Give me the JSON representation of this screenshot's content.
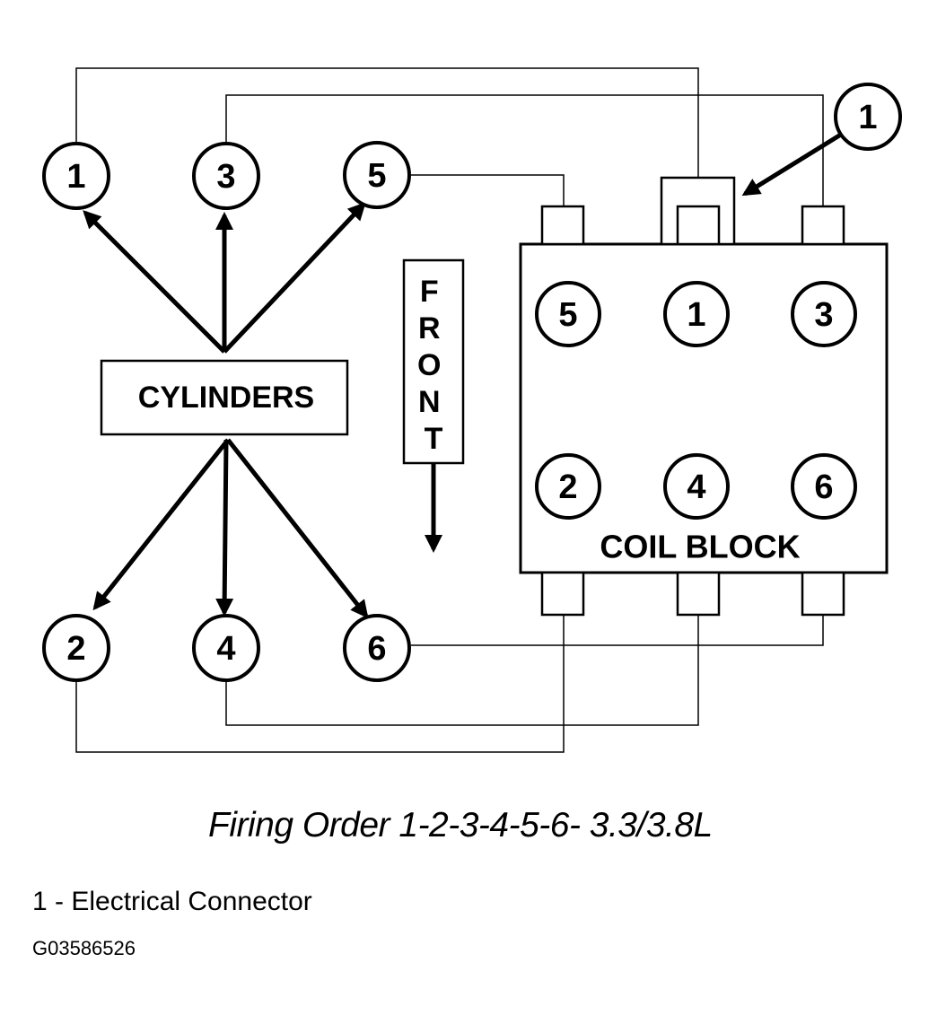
{
  "cylinders_label": "CYLINDERS",
  "front_label": "FRONT",
  "coil_block_label": "COIL BLOCK",
  "cylinders_top": [
    "1",
    "3",
    "5"
  ],
  "cylinders_bottom": [
    "2",
    "4",
    "6"
  ],
  "coil_top_row": [
    "5",
    "1",
    "3"
  ],
  "coil_bottom_row": [
    "2",
    "4",
    "6"
  ],
  "callout_number": "1",
  "caption": "Firing Order 1-2-3-4-5-6- 3.3/3.8L",
  "legend": "1 - Electrical Connector",
  "figure_id": "G03586526",
  "colors": {
    "ink": "#000000",
    "paper": "#ffffff"
  }
}
